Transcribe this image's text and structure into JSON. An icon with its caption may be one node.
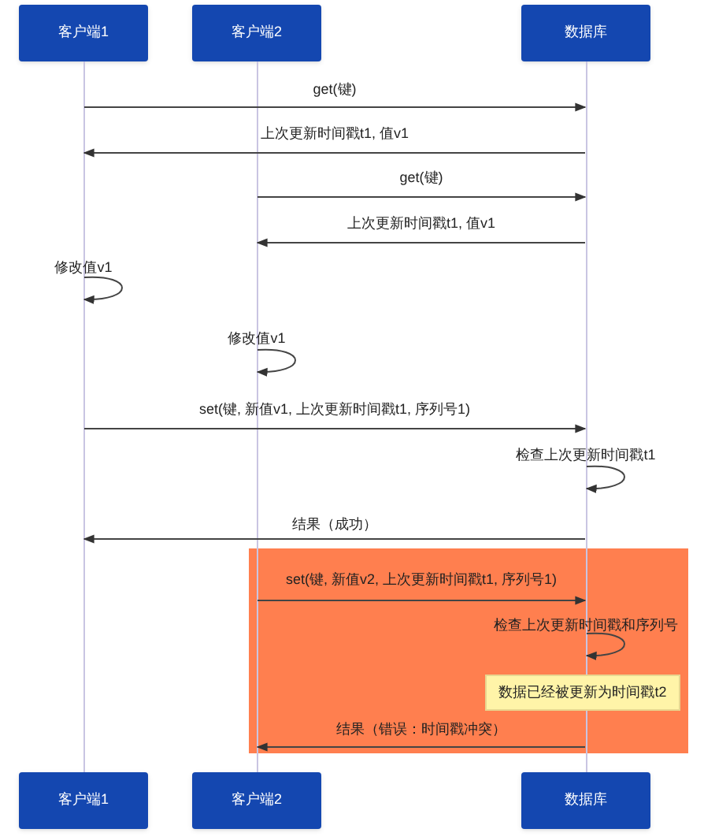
{
  "diagram": {
    "nodes": [
      {
        "text": [
          "客户端1"
        ]
      },
      {
        "text": [
          "客户端2"
        ]
      },
      {
        "text": [
          "数据库"
        ]
      },
      {
        "text": [],
        "shape": "bar"
      },
      {
        "text": [],
        "shape": "bar"
      },
      {
        "text": [],
        "shape": "bar"
      },
      {
        "text": [
          "客户端1"
        ]
      },
      {
        "text": [
          "客户端2"
        ]
      },
      {
        "text": [
          "数据库"
        ]
      },
      {
        "text": [],
        "shape": "box"
      },
      {
        "text": [
          "数据已经被更新为时间戳t2"
        ],
        "in": 9
      }
    ],
    "edges": [
      {
        "from": 3,
        "to": 5,
        "arrow": "to",
        "label": "get(键)"
      },
      {
        "from": 5,
        "to": 3,
        "arrow": "to",
        "label": "上次更新时间戳t1, 值v1"
      },
      {
        "from": 4,
        "to": 5,
        "arrow": "to",
        "label": "get(键)"
      },
      {
        "from": 5,
        "to": 4,
        "arrow": "to",
        "label": "上次更新时间戳t1, 值v1"
      },
      {
        "from": 3,
        "to": 3,
        "arrow": "to",
        "label": "修改值v1"
      },
      {
        "from": 4,
        "to": 4,
        "arrow": "to",
        "label": "修改值v1"
      },
      {
        "from": 3,
        "to": 5,
        "arrow": "to",
        "label": "set(键, 新值v1, 上次更新时间戳t1, 序列号1)"
      },
      {
        "from": 5,
        "to": 5,
        "arrow": "to",
        "label": "检查上次更新时间戳t1"
      },
      {
        "from": 5,
        "to": 3,
        "arrow": "to",
        "label": "结果（成功）"
      },
      {
        "from": 4,
        "to": 5,
        "arrow": "to",
        "label": "set(键, 新值v2, 上次更新时间戳t1, 序列号1)"
      },
      {
        "from": 5,
        "to": 5,
        "arrow": "to",
        "label": "检查上次更新时间戳和序列号"
      },
      {
        "from": 5,
        "to": 4,
        "arrow": "to",
        "label": "结果（错误：时间戳冲突）"
      }
    ]
  }
}
